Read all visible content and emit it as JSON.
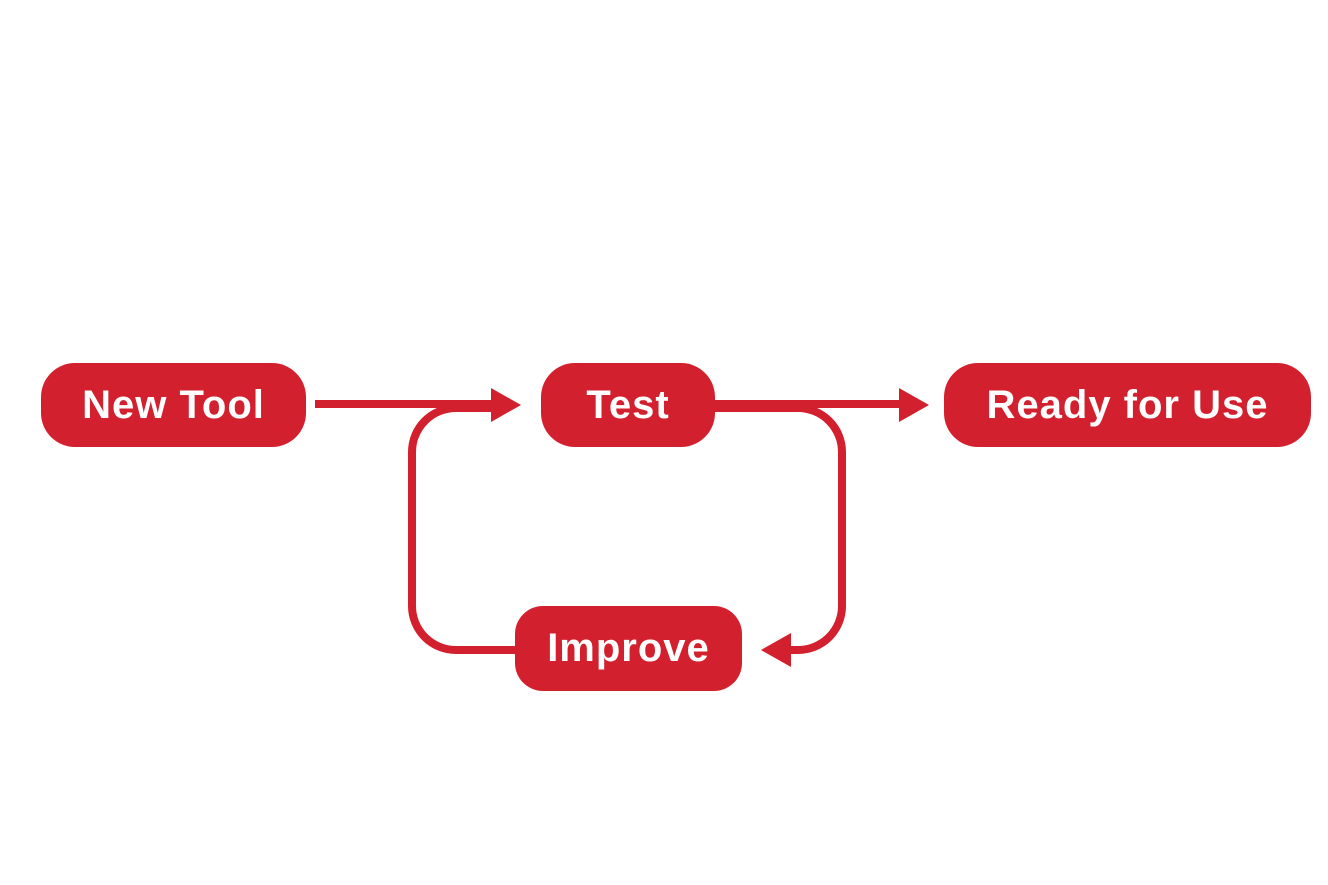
{
  "diagram": {
    "accent_color": "#d3202e",
    "nodes": {
      "new_tool": "New Tool",
      "test": "Test",
      "ready": "Ready for Use",
      "improve": "Improve"
    },
    "edges": [
      {
        "from": "New Tool",
        "to": "Test"
      },
      {
        "from": "Test",
        "to": "Ready for Use"
      },
      {
        "from": "Test",
        "to": "Improve"
      },
      {
        "from": "Improve",
        "to": "Test"
      }
    ]
  }
}
